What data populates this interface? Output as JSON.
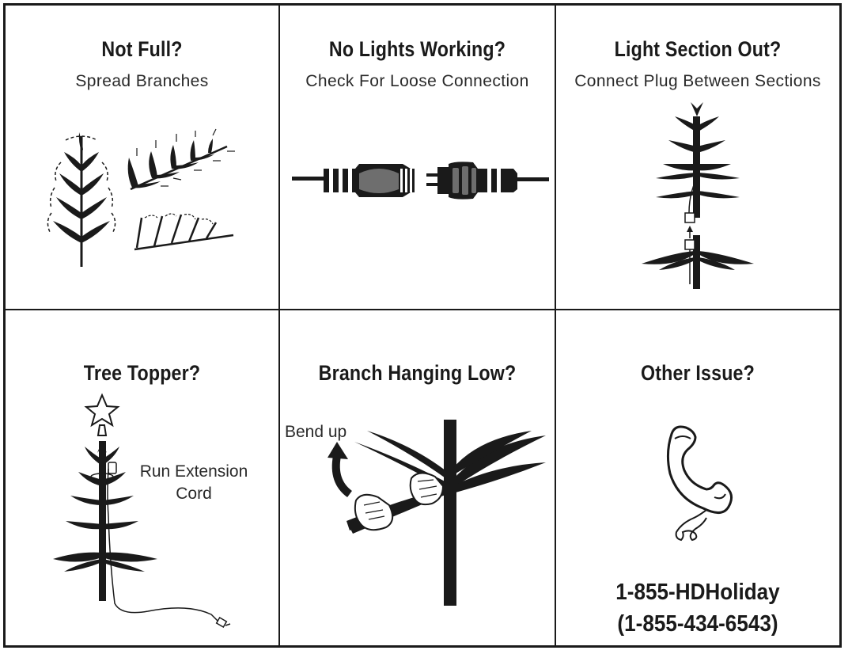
{
  "panels": [
    {
      "title": "Not Full?",
      "subtitle": "Spread Branches"
    },
    {
      "title": "No Lights Working?",
      "subtitle": "Check For Loose Connection"
    },
    {
      "title": "Light Section Out?",
      "subtitle": "Connect Plug Between Sections"
    },
    {
      "title": "Tree Topper?",
      "label": "Run Extension\nCord",
      "label_line1": "Run Extension",
      "label_line2": "Cord"
    },
    {
      "title": "Branch Hanging Low?",
      "label": "Bend up"
    },
    {
      "title": "Other Issue?",
      "phone_line1": "1-855-HDHoliday",
      "phone_line2": "(1-855-434-6543)"
    }
  ],
  "icons": {
    "panel1": [
      "spread-branch-icon",
      "branch-arrows-icon",
      "branch-tips-icon"
    ],
    "panel2": [
      "plug-connector-icon",
      "socket-connector-icon"
    ],
    "panel3": [
      "tree-section-plug-icon"
    ],
    "panel4": [
      "star-topper-icon",
      "tree-extension-cord-icon"
    ],
    "panel5": [
      "hand-bending-branch-icon",
      "curved-arrow-icon"
    ],
    "panel6": [
      "telephone-handset-icon"
    ]
  },
  "colors": {
    "ink": "#1a1a1a",
    "background": "#ffffff",
    "plug_gray": "#6e6e6e"
  }
}
